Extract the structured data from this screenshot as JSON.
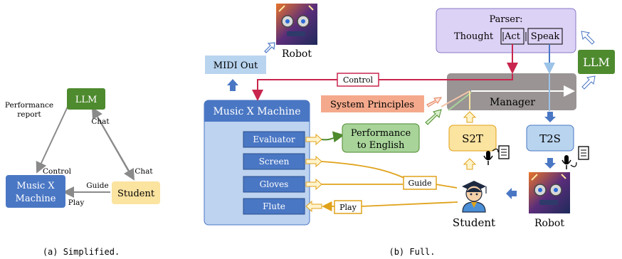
{
  "simplified": {
    "llm": "LLM",
    "music_x_machine": [
      "Music X",
      "Machine"
    ],
    "student": "Student",
    "performance_report": [
      "Performance",
      "report"
    ],
    "chat_top": "Chat",
    "control": "Control",
    "chat_bottom": "Chat",
    "guide": "Guide",
    "play": "Play",
    "caption": "(a) Simplified."
  },
  "full": {
    "robot_top": "Robot",
    "midi_out": "MIDI Out",
    "parser_title": "Parser:",
    "parser_thought": "Thought",
    "parser_act": "Act",
    "parser_speak": "Speak",
    "llm": "LLM",
    "control": "Control",
    "manager": "Manager",
    "system_principles": "System Principles",
    "music_x_machine": "Music X Machine",
    "evaluator": "Evaluator",
    "screen": "Screen",
    "gloves": "Gloves",
    "flute": "Flute",
    "performance_to_english": [
      "Performance",
      "to English"
    ],
    "s2t": "S2T",
    "t2s": "T2S",
    "guide": "Guide",
    "play": "Play",
    "student": "Student",
    "robot_bottom": "Robot",
    "caption": "(b) Full."
  },
  "colors": {
    "llm_green": "#4e8a2e",
    "machine_blue": "#4a77c4",
    "student_yellow": "#fbe3a0",
    "control_red": "#c8264e",
    "guide_orange": "#e0a21a",
    "manager_gray": "#9a9494",
    "parser_lavender": "#dcd2f5"
  }
}
